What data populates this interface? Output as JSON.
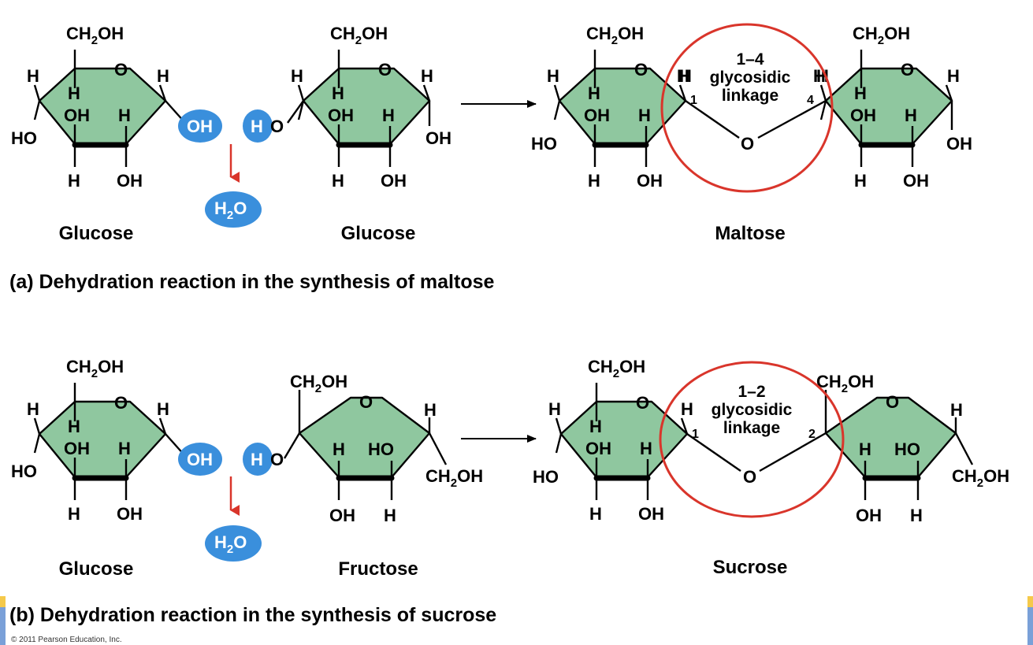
{
  "panel_a": {
    "caption": "(a) Dehydration reaction in the synthesis of maltose",
    "reactant1_name": "Glucose",
    "reactant2_name": "Glucose",
    "product_name": "Maltose",
    "linkage_line1": "1–4",
    "linkage_line2": "glycosidic",
    "linkage_line3": "linkage",
    "carbon_left": "1",
    "carbon_right": "4"
  },
  "panel_b": {
    "caption": "(b) Dehydration reaction in the synthesis of sucrose",
    "reactant1_name": "Glucose",
    "reactant2_name": "Fructose",
    "product_name": "Sucrose",
    "linkage_line1": "1–2",
    "linkage_line2": "glycosidic",
    "linkage_line3": "linkage",
    "carbon_left": "1",
    "carbon_right": "2"
  },
  "atoms": {
    "h": "H",
    "o": "O",
    "ho": "HO",
    "oh": "OH",
    "ch2oh_main": "CH",
    "ch2oh_sub": "2",
    "ch2oh_tail": "OH",
    "water_main": "H",
    "water_sub": "2",
    "water_tail": "O"
  },
  "colors": {
    "ring_fill": "#8fc79f",
    "water_bubble": "#3a8fdc",
    "arrow_red": "#d9352b",
    "linkage_circle": "#d9352b"
  },
  "copyright": "© 2011 Pearson Education, Inc."
}
